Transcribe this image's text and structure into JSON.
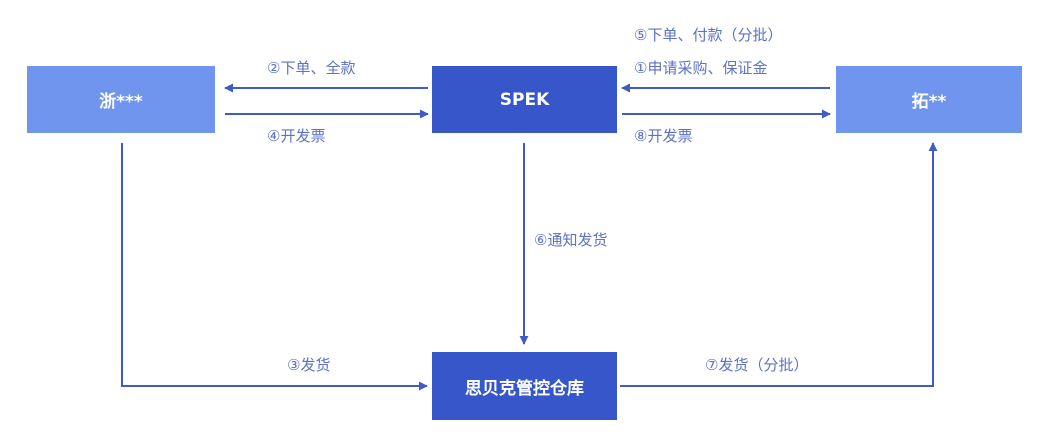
{
  "colors": {
    "node_light": "#6f95ee",
    "node_dark": "#3656c9",
    "edge": "#3f5bc4",
    "label": "#5c72c4"
  },
  "nodes": {
    "left": "浙***",
    "center": "SPEK",
    "right": "拓**",
    "warehouse": "思贝克管控仓库"
  },
  "edges": {
    "e1": "①申请采购、保证金",
    "e2": "②下单、全款",
    "e3": "③发货",
    "e4": "④开发票",
    "e5": "⑤下单、付款（分批）",
    "e6": "⑥通知发货",
    "e7": "⑦发货（分批）",
    "e8": "⑧开发票"
  }
}
